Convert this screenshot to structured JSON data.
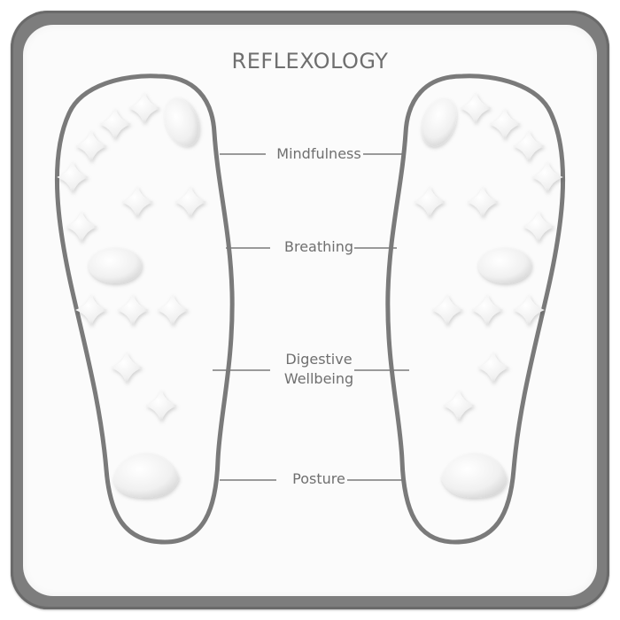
{
  "mat": {
    "title": "REFLEXOLOGY",
    "zones": [
      {
        "label": "Mindfulness"
      },
      {
        "label": "Breathing"
      },
      {
        "label": "Digestive\nWellbeing"
      },
      {
        "label": "Posture"
      }
    ]
  },
  "colors": {
    "border": "#7d7d7d",
    "surface": "#fbfbfb",
    "outline": "#7a7a7a",
    "text": "#6f6f6f",
    "node": "#f2f2f2"
  }
}
